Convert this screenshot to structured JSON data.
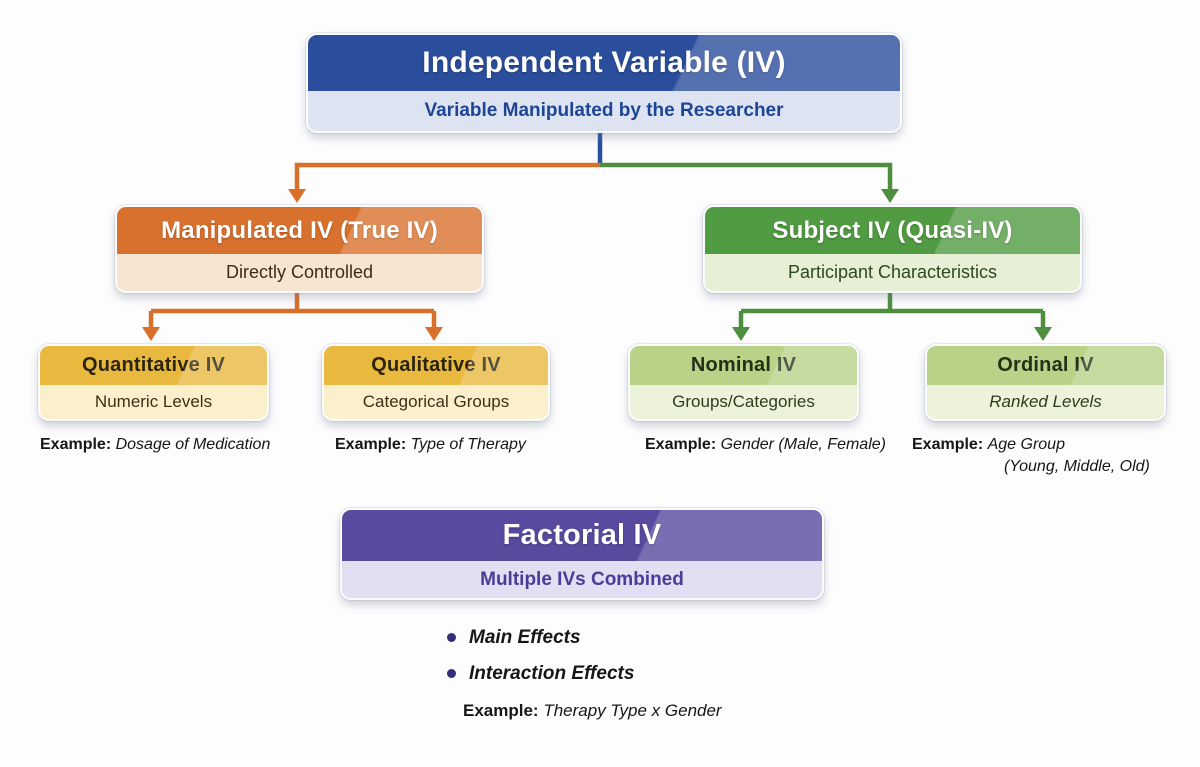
{
  "colors": {
    "page_bg": "#fdfdfe",
    "blue_header": "#2a4d9c",
    "blue_sub_bg": "#dee3f2",
    "blue_sub_text": "#1c4695",
    "orange_header": "#d9712e",
    "orange_sub_bg": "#f7e5d1",
    "orange_sub_text": "#402a14",
    "green_header": "#519b42",
    "green_sub_bg": "#e7efd7",
    "green_sub_text": "#2b4a1d",
    "yellow_header": "#e9b93f",
    "yellow_sub_bg": "#fbf0cc",
    "yellow_title_text": "#2b240f",
    "yellow_sub_text": "#3a3118",
    "ltgreen_header": "#b8d287",
    "ltgreen_sub_bg": "#edf3da",
    "ltgreen_title_text": "#24311a",
    "ltgreen_sub_text": "#2e3c1c",
    "purple_header": "#594a9f",
    "purple_sub_bg": "#e3dff2",
    "purple_sub_text": "#4a3c97",
    "connector_blue": "#2b4e9e",
    "connector_orange": "#d9702a",
    "connector_green": "#4d8f3e",
    "example_text": "#161616",
    "bullet_dot": "#322f7d"
  },
  "root": {
    "title": "Independent Variable (IV)",
    "subtitle": "Variable Manipulated by the Researcher"
  },
  "level2": [
    {
      "title": "Manipulated IV (True IV)",
      "subtitle": "Directly Controlled"
    },
    {
      "title": "Subject IV (Quasi-IV)",
      "subtitle": "Participant Characteristics"
    }
  ],
  "level3": [
    {
      "title": "Quantitative IV",
      "subtitle": "Numeric Levels"
    },
    {
      "title": "Qualitative IV",
      "subtitle": "Categorical Groups"
    },
    {
      "title": "Nominal IV",
      "subtitle": "Groups/Categories"
    },
    {
      "title": "Ordinal IV",
      "subtitle": "Ranked Levels"
    }
  ],
  "examples": [
    {
      "label": "Example:",
      "value": "Dosage of Medication"
    },
    {
      "label": "Example:",
      "value": "Type of Therapy"
    },
    {
      "label": "Example:",
      "value": "Gender (Male, Female)"
    },
    {
      "label": "Example:",
      "value": "Age Group",
      "value_line2": "(Young, Middle, Old)"
    }
  ],
  "factorial": {
    "title": "Factorial IV",
    "subtitle": "Multiple IVs Combined",
    "bullets": [
      "Main Effects",
      "Interaction Effects"
    ],
    "example_label": "Example:",
    "example_value": "Therapy Type x Gender"
  }
}
